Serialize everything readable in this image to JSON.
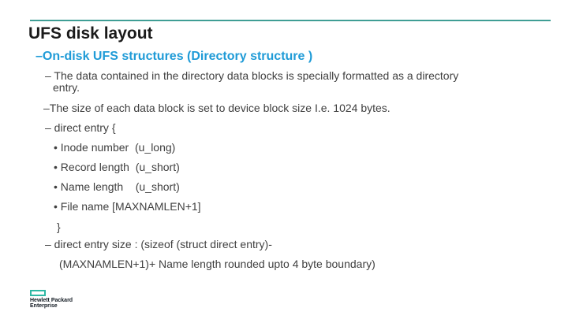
{
  "colors": {
    "accent": "#3f9e95",
    "heading": "#1f9bd7",
    "body-text": "#3f3f3f",
    "title-text": "#1a1a1a",
    "logo-mark": "#2eb8a4",
    "logo-text": "#101820"
  },
  "slide": {
    "title": "UFS disk layout",
    "heading": "–On-disk UFS structures (Directory structure )",
    "lines": [
      "– The data contained in the directory data blocks is specially formatted as a directory",
      "entry.",
      "–The size of each data block is set to device block size I.e. 1024 bytes.",
      "– direct entry {",
      "• Inode number  (u_long)",
      "• Record length  (u_short)",
      "• Name length    (u_short)",
      "• File name [MAXNAMLEN+1]",
      "}",
      "– direct entry size : (sizeof (struct direct entry)-",
      "(MAXNAMLEN+1)+ Name length rounded upto 4 byte boundary)"
    ],
    "logo": {
      "line1": "Hewlett Packard",
      "line2": "Enterprise"
    }
  }
}
